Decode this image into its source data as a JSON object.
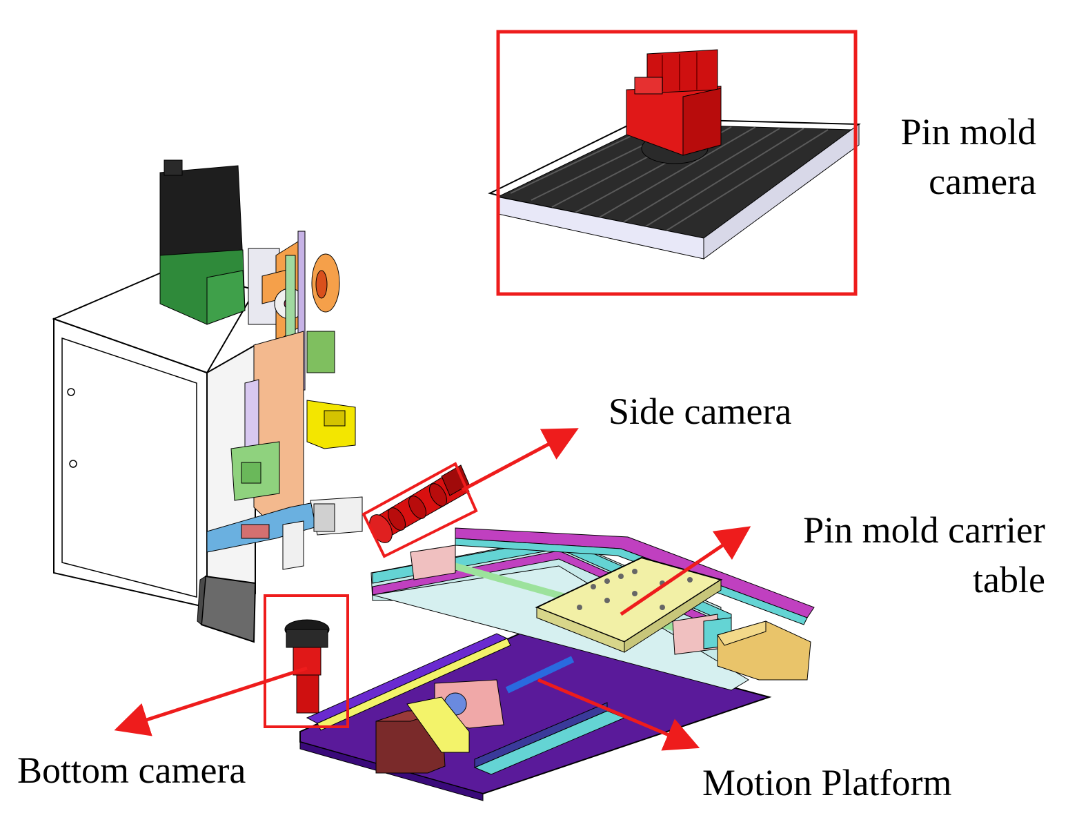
{
  "labels": {
    "pin_mold_camera": [
      "Pin mold",
      "camera"
    ],
    "side_camera": "Side camera",
    "pin_mold_carrier_table": [
      "Pin mold carrier",
      "table"
    ],
    "bottom_camera": "Bottom camera",
    "motion_platform": "Motion Platform"
  },
  "colors": {
    "callout": "#ee1c1c",
    "camera_body": "#e01818",
    "heatsink": "#2b2b2b",
    "motor": "#1e1e1e",
    "motor_mount": "#2f8a3a",
    "cabinet": "#ffffff",
    "orange_part": "#f5a04a",
    "peach_part": "#f3b98e",
    "yellow_part": "#f3e600",
    "light_green": "#8fd27e",
    "cyan_rail": "#64d4d4",
    "magenta_rail": "#c040c0",
    "purple_base": "#5a1a9a",
    "carrier_plate": "#f2f0a6",
    "gold_motor": "#e9c46a",
    "brown_motor": "#7a2a2a",
    "pink_block": "#f0a8a8"
  }
}
